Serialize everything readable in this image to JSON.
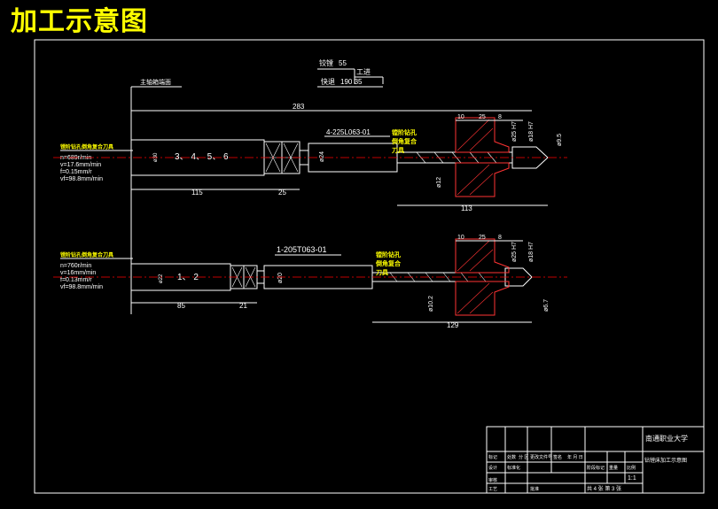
{
  "title": "加工示意图",
  "header": {
    "finish_label": "铰镗",
    "finish_value": "55",
    "process_label": "工进",
    "fast_label": "快退",
    "fast_values": "190  35"
  },
  "main_spindle_label": "主轴箱端面",
  "overall_length": "283",
  "upper": {
    "tool_label": "镗阶钻孔倒角复合刀具",
    "params": [
      "n=689r/min",
      "v=17.6mm/min",
      "f=0.15mm/r",
      "vf=98.8mm/min"
    ],
    "spindle_dia": "ø30",
    "spindle_numbers": "3、 4、 5、 6",
    "spindle_len": "115",
    "collar_len": "25",
    "part_no": "4-225L063-01",
    "shank_dia": "ø24",
    "callout": [
      "镗阶钻孔",
      "倒角复合",
      "刀具"
    ],
    "hole_dia": "ø12",
    "reach": "113",
    "tip_dia": "ø9.5",
    "w10": "10",
    "w25": "25",
    "w8": "8",
    "d25": "ø25 H7",
    "d18": "ø18 H7"
  },
  "lower": {
    "tool_label": "镗阶钻孔倒角复合刀具",
    "params": [
      "n=760r/min",
      "v=16mm/min",
      "f=0.13mm/r",
      "vf=98.8mm/min"
    ],
    "spindle_dia": "ø22",
    "spindle_numbers": "1、 2",
    "spindle_len": "85",
    "collar_len": "21",
    "part_no": "1-205T063-01",
    "shank_dia": "ø20",
    "callout": [
      "镗阶钻孔",
      "倒角复合",
      "刀具"
    ],
    "hole_dia": "ø10.2",
    "reach": "129",
    "tip_dia": "ø6.7",
    "w10": "10",
    "w25": "25",
    "w8": "8",
    "d25": "ø25 H7",
    "d18": "ø18 H7"
  },
  "title_block": {
    "school": "南通职业大学",
    "drawing": "钻镗床加工示意图",
    "scale": "1:1",
    "sheets": "共 4 张   第 3 张",
    "labels": [
      "标记",
      "处数",
      "分 区",
      "更改文件号",
      "签名",
      "年 月 日"
    ],
    "design": "设计",
    "standard": "标准化",
    "check": "审核",
    "process": "工艺",
    "approve": "批准",
    "stage": "阶段标记",
    "weight": "重量",
    "ratio": "比例"
  },
  "colors": {
    "line": "#ffffff",
    "label": "#ffff00",
    "center": "#ff0000",
    "part": "#ff3333",
    "accent": "#00c0ff"
  }
}
